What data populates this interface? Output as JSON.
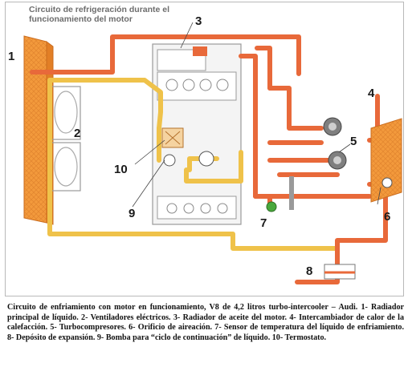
{
  "title": "Circuito de refrigeración durante el funcionamiento del motor",
  "labels": {
    "n1": "1",
    "n2": "2",
    "n3": "3",
    "n4": "4",
    "n5": "5",
    "n6": "6",
    "n7": "7",
    "n8": "8",
    "n9": "9",
    "n10": "10"
  },
  "caption": "Circuito de enfriamiento con motor en funcionamiento, V8 de 4,2 litros turbo-intercooler – Audi. 1- Radiador principal de líquido. 2- Ventiladores eléctricos. 3- Radiador de aceite del motor. 4- Intercambiador de calor de la calefacción. 5- Turbocompresores. 6- Orificio de aireación. 7- Sensor de temperatura del líquido de enfriamiento. 8- Depósito de expansión. 9- Bomba para “ciclo de continuación” de líquido. 10- Termostato.",
  "colors": {
    "hot": "#e8693a",
    "cold": "#efc24a",
    "radiator": "#f39a3c",
    "engine": "#f3f3f3",
    "pump_green": "#49a83c"
  }
}
